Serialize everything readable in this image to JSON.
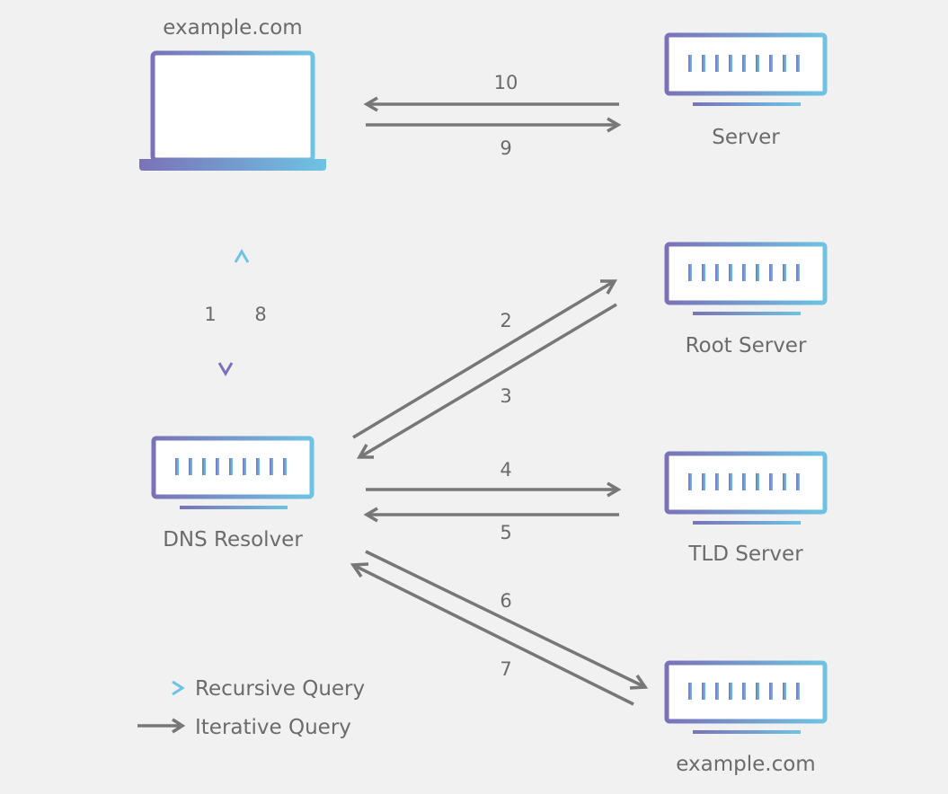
{
  "nodes": {
    "client": {
      "label": "example.com"
    },
    "server": {
      "label": "Server"
    },
    "root": {
      "label": "Root Server"
    },
    "tld": {
      "label": "TLD Server"
    },
    "authoritative": {
      "label": "example.com"
    },
    "resolver": {
      "label": "DNS Resolver"
    }
  },
  "steps": [
    "1",
    "2",
    "3",
    "4",
    "5",
    "6",
    "7",
    "8",
    "9",
    "10"
  ],
  "legend": {
    "recursive": "Recursive Query",
    "iterative": "Iterative Query"
  },
  "colors": {
    "background": "#f1f1f2",
    "gradient_start": "#7a72b8",
    "gradient_end": "#6ec3e3",
    "arrow_gray": "#777777",
    "text_gray": "#6b6b6b"
  },
  "icons": {
    "client": "laptop-icon",
    "servers": "server-icon"
  }
}
